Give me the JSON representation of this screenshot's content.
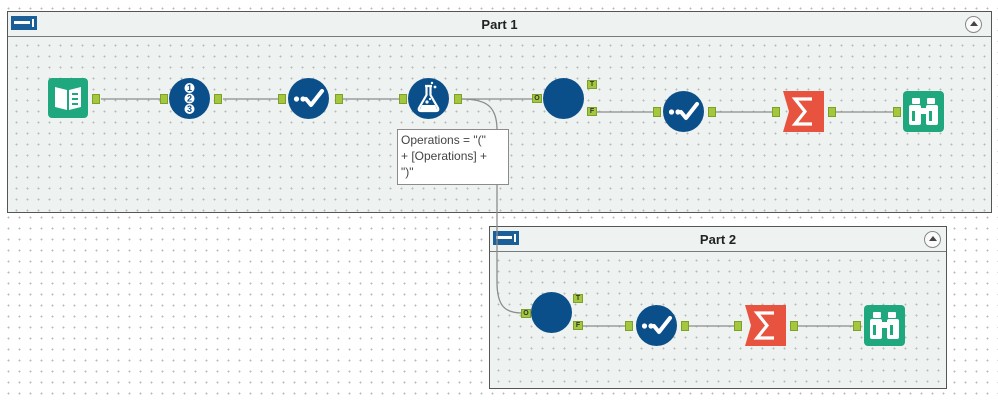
{
  "canvas": {
    "grid": "dotted",
    "background": "#ffffff"
  },
  "containers": [
    {
      "id": "part1",
      "title": "Part 1",
      "collapse_icon": "collapse-up-icon"
    },
    {
      "id": "part2",
      "title": "Part 2",
      "collapse_icon": "collapse-up-icon"
    }
  ],
  "annotation": {
    "text": "Operations = \"(\"\n+ [Operations] +\n\")\""
  },
  "anchor_labels": {
    "output": "O",
    "true": "T",
    "false": "F"
  },
  "tools": [
    {
      "name": "input-data-tool",
      "icon": "book-icon",
      "color": "#1fa77d"
    },
    {
      "name": "record-id-tool",
      "icon": "numbered-list-icon",
      "color": "#0b4f8a"
    },
    {
      "name": "select-tool",
      "icon": "checkmark-icon",
      "color": "#0b4f8a"
    },
    {
      "name": "formula-tool",
      "icon": "flask-icon",
      "color": "#0b4f8a"
    },
    {
      "name": "filter-tool",
      "icon": "filter-icon",
      "color": "#0b4f8a"
    },
    {
      "name": "summarize-tool",
      "icon": "sigma-icon",
      "color": "#e8533f"
    },
    {
      "name": "browse-tool",
      "icon": "binoculars-icon",
      "color": "#1fa77d"
    }
  ]
}
